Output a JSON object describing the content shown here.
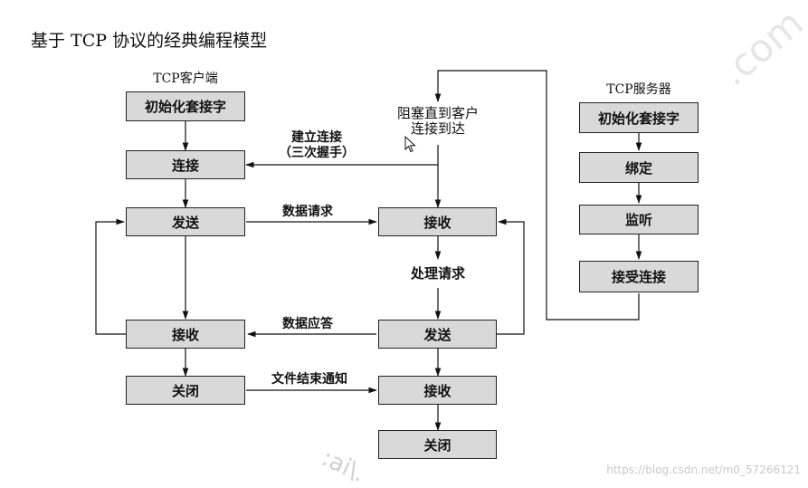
{
  "title": "基于 TCP 协议的经典编程模型",
  "client": {
    "title": "TCP客户端",
    "boxes": {
      "init": "初始化套接字",
      "connect": "连接",
      "send": "发送",
      "recv": "接收",
      "close": "关闭"
    }
  },
  "middle": {
    "block_line1": "阻塞直到客户",
    "block_line2": "连接到达",
    "boxes": {
      "recv1": "接收",
      "send": "发送",
      "recv2": "接收",
      "close": "关闭"
    },
    "process_label": "处理请求"
  },
  "server": {
    "title": "TCP服务器",
    "boxes": {
      "init": "初始化套接字",
      "bind": "绑定",
      "listen": "监听",
      "accept": "接受连接"
    }
  },
  "edges": {
    "connect_line1": "建立连接",
    "connect_line2": "（三次握手）",
    "data_request": "数据请求",
    "data_response": "数据应答",
    "file_end": "文件结束通知"
  },
  "watermark": "https://blog.csdn.net/m0_57266121",
  "decorations": {
    "com_mark": ".com",
    "bottom_mark": ":ai\\."
  }
}
